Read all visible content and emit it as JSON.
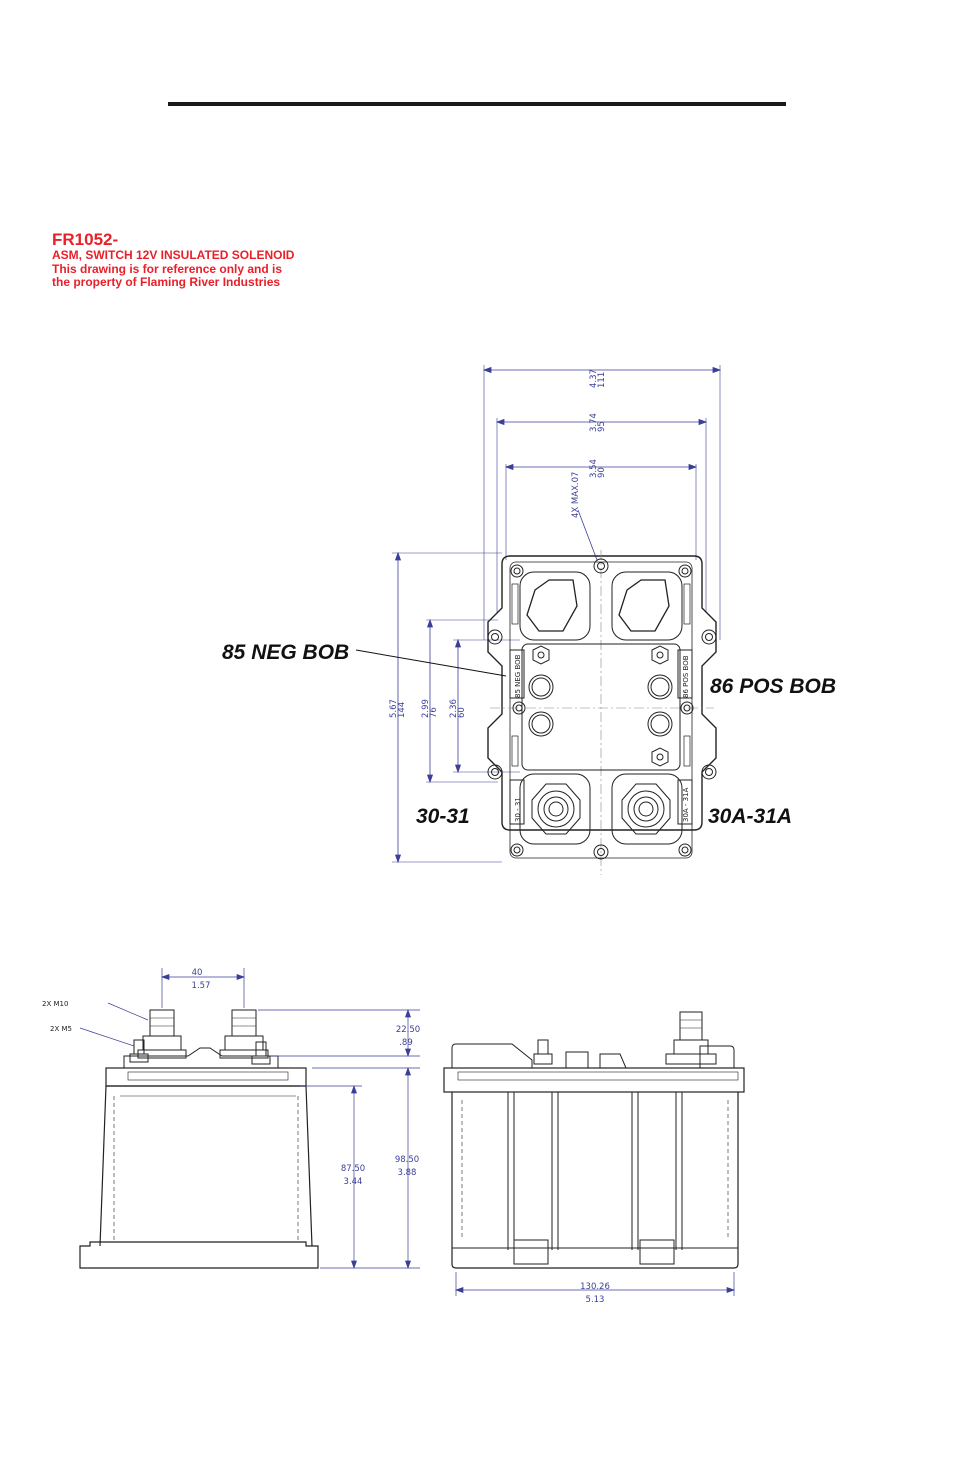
{
  "header": {
    "part_number": "FR1052-",
    "description": "ASM, SWITCH 12V INSULATED SOLENOID",
    "notice_line1": "This drawing is for reference only and is",
    "notice_line2": "the property of Flaming River Industries"
  },
  "callouts": {
    "neg_bob": "85 NEG BOB",
    "pos_bob": "86 POS BOB",
    "left_terminal": "30-31",
    "right_terminal": "30A-31A"
  },
  "terminal_labels": {
    "neg": "85 NEG BOB",
    "pos": "86 POS BOB",
    "left": "30 - 31",
    "right": "30A - 31A"
  },
  "top_view_dims": {
    "w111": {
      "mm": "111",
      "in": "4.37"
    },
    "w95": {
      "mm": "95",
      "in": "3.74"
    },
    "w90": {
      "mm": "90",
      "in": "3.54"
    },
    "hole_note": "4X MAX.07",
    "h144": {
      "mm": "144",
      "in": "5.67"
    },
    "h76": {
      "mm": "76",
      "in": "2.99"
    },
    "h60": {
      "mm": "60",
      "in": "2.36"
    }
  },
  "side_view_dims": {
    "stud_spacing": {
      "mm": "40",
      "in": "1.57"
    },
    "m10_note": "2X M10",
    "m5_note": "2X M5",
    "stud_height": {
      "mm": "22.50",
      "in": ".89"
    },
    "body_height": {
      "mm": "87.50",
      "in": "3.44"
    },
    "total_height": {
      "mm": "98.50",
      "in": "3.88"
    },
    "length": {
      "mm": "130.26",
      "in": "5.13"
    }
  },
  "colors": {
    "title_red": "#e8202a",
    "dimension_blue": "#3b3f96",
    "outline": "#222222",
    "rule": "#1a1a1a"
  }
}
